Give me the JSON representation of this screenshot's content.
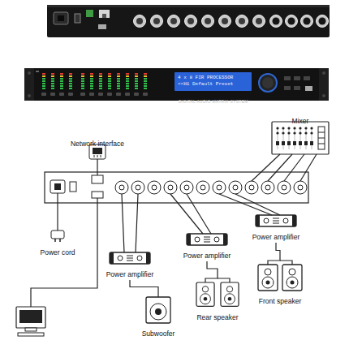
{
  "diagram": {
    "nodes": [
      {
        "text": [
          "DIGITAL AUDIO MATRIX SYSTEM"
        ]
      },
      {
        "text": [
          "4 x 8 FIR PROCESSOR",
          "<<H1 Default Preset"
        ],
        "in": 0
      },
      {
        "text": [
          "Network interface"
        ]
      },
      {
        "text": [
          "Mixer"
        ]
      },
      {
        "text": [
          "Power cord"
        ]
      },
      {
        "text": [
          "Power amplifier"
        ]
      },
      {
        "text": [
          "Power amplifier"
        ]
      },
      {
        "text": [
          "Power amplifier"
        ]
      },
      {
        "text": [
          "Front speaker"
        ]
      },
      {
        "text": [
          "Rear speaker"
        ]
      },
      {
        "text": [
          "Subwoofer"
        ]
      }
    ],
    "edges": [
      {
        "from": 5,
        "to": 8,
        "arrow": "none"
      },
      {
        "from": 6,
        "to": 9,
        "arrow": "none"
      },
      {
        "from": 7,
        "to": 10,
        "arrow": "none"
      }
    ]
  }
}
